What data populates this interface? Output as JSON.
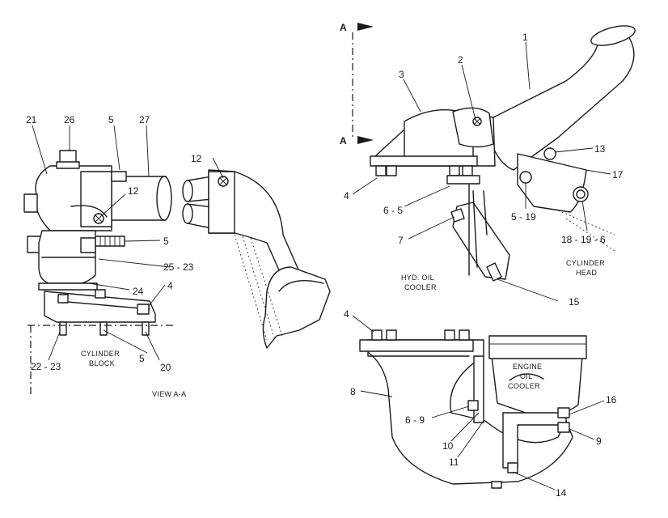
{
  "section_view": {
    "marker_top": "A",
    "marker_bottom": "A"
  },
  "captions": {
    "view_label": "VIEW A-A",
    "cylinder_block": [
      "CYLINDER",
      "BLOCK"
    ],
    "hyd_oil_cooler": [
      "HYD. OIL",
      "COOLER"
    ],
    "cylinder_head": [
      "CYLINDER",
      "HEAD"
    ],
    "engine_oil_cooler": [
      "ENGINE",
      "OIL",
      "COOLER"
    ]
  },
  "callouts": {
    "c1": "1",
    "c2": "2",
    "c3": "3",
    "c4": "4",
    "c6_5": "6 - 5",
    "c13": "13",
    "c17": "17",
    "c5_19": "5 - 19",
    "c18_19_6": "18 - 19 - 6",
    "c7": "7",
    "c15": "15",
    "c4b": "4",
    "c8": "8",
    "c6_9": "6 - 9",
    "c10": "10",
    "c11": "11",
    "c16": "16",
    "c9": "9",
    "c14": "14",
    "c21": "21",
    "c26": "26",
    "c5a": "5",
    "c27": "27",
    "c12a": "12",
    "c5b": "5",
    "c25_23": "25 - 23",
    "c24": "24",
    "c4c": "4",
    "c22_23": "22 - 23",
    "c5c": "5",
    "c20": "20",
    "c12b": "12"
  }
}
